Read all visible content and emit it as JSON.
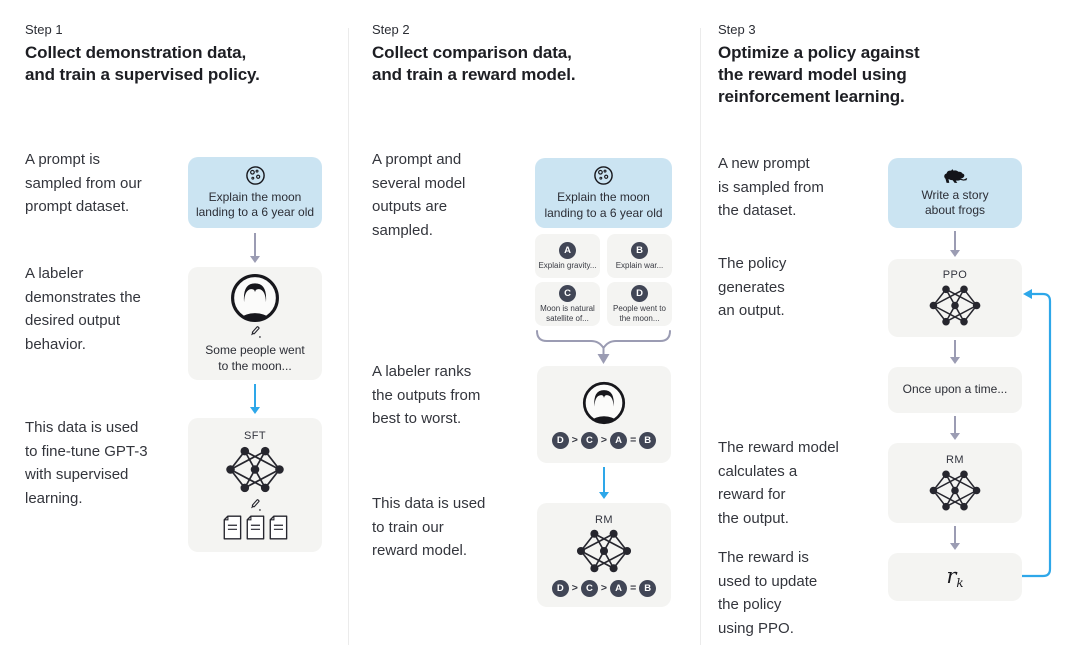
{
  "colors": {
    "prompt_box_bg": "#cbe4f2",
    "panel_box_bg": "#f4f4f2",
    "arrow_gray": "#9b9cb3",
    "arrow_blue": "#2ea7e9",
    "letter_pill_bg": "#414656",
    "text_dark": "#1d1e23"
  },
  "steps": [
    {
      "label": "Step 1",
      "title": "Collect demonstration data,\nand train a supervised policy.",
      "paragraphs": [
        "A prompt is\nsampled from our\nprompt dataset.",
        "A labeler\ndemonstrates the\ndesired output\nbehavior.",
        "This data is used\nto fine-tune GPT-3\nwith supervised\nlearning."
      ],
      "prompt_box": {
        "icon": "moon-icon",
        "text": "Explain the moon\nlanding to a 6 year old"
      },
      "labeler_box": {
        "icon": "labeler-icon",
        "pencil": "pencil-icon",
        "text": "Some people went\nto the moon..."
      },
      "sft_box": {
        "label": "SFT",
        "icon": "neural-network-icon",
        "docs_icon": "documents-icon"
      }
    },
    {
      "label": "Step 2",
      "title": "Collect comparison data,\nand train a reward model.",
      "paragraphs": [
        "A prompt and\nseveral model\noutputs are\nsampled.",
        "A labeler ranks\nthe outputs from\nbest to worst.",
        "This data is used\nto train our\nreward model."
      ],
      "prompt_box": {
        "icon": "moon-icon",
        "text": "Explain the moon\nlanding to a 6 year old"
      },
      "outputs": [
        {
          "id": "A",
          "text": "Explain gravity..."
        },
        {
          "id": "B",
          "text": "Explain war..."
        },
        {
          "id": "C",
          "text": "Moon is natural\nsatellite of..."
        },
        {
          "id": "D",
          "text": "People went to\nthe moon..."
        }
      ],
      "ranking": {
        "l1": "D",
        "op1": ">",
        "l2": "C",
        "op2": ">",
        "l3": "A",
        "op3": "=",
        "l4": "B"
      },
      "rm_box": {
        "label": "RM",
        "icon": "neural-network-icon"
      }
    },
    {
      "label": "Step 3",
      "title": "Optimize a policy against\nthe reward model using\nreinforcement learning.",
      "paragraphs": [
        "A new prompt\nis sampled from\nthe dataset.",
        "The policy\ngenerates\nan output.",
        "The reward model\ncalculates a\nreward for\nthe output.",
        "The reward is\nused to update\nthe policy\nusing PPO."
      ],
      "prompt_box": {
        "icon": "frog-icon",
        "text": "Write a story\nabout frogs"
      },
      "ppo_box": {
        "label": "PPO",
        "icon": "neural-network-icon"
      },
      "output_box": {
        "text": "Once upon a time..."
      },
      "rm_box": {
        "label": "RM",
        "icon": "neural-network-icon"
      },
      "reward_box": {
        "symbol": "r",
        "subscript": "k"
      }
    }
  ]
}
